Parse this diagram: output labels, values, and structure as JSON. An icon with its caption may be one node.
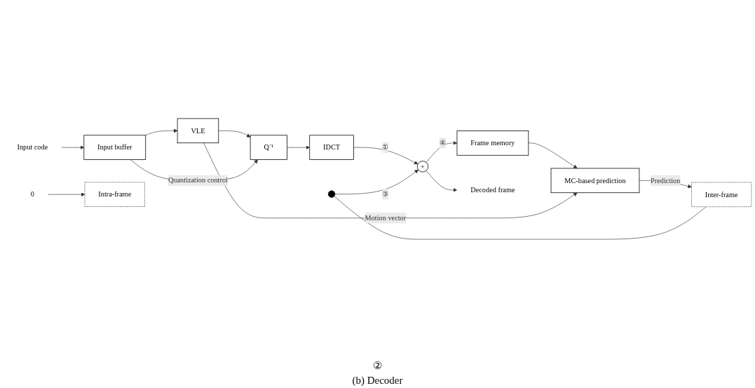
{
  "diagram": {
    "caption": "(b) Decoder",
    "nodes": [
      {
        "text": [
          "Input code"
        ]
      },
      {
        "text": [
          "Input buffer"
        ]
      },
      {
        "text": [
          "VLE"
        ]
      },
      {
        "text": [
          "Q⁻¹"
        ]
      },
      {
        "text": [
          "IDCT"
        ]
      },
      {
        "text": [
          "+"
        ]
      },
      {
        "text": [
          "Frame memory"
        ]
      },
      {
        "text": [
          "MC-based prediction"
        ]
      },
      {
        "text": [
          "0"
        ]
      },
      {
        "text": [
          "Intra-frame"
        ]
      },
      {
        "text": [
          "Inter-frame"
        ]
      },
      {
        "text": [],
        "shape": "circle"
      },
      {
        "text": [
          "Decoded frame"
        ]
      }
    ],
    "edges": [
      {
        "from": 0,
        "to": 1,
        "arrow": "to"
      },
      {
        "from": 1,
        "to": 2,
        "arrow": "to"
      },
      {
        "from": 2,
        "to": 3,
        "arrow": "to"
      },
      {
        "from": 1,
        "to": 3,
        "arrow": "to",
        "label": "Quantization control"
      },
      {
        "from": 3,
        "to": 4,
        "arrow": "to"
      },
      {
        "from": 4,
        "to": 5,
        "arrow": "to",
        "label": "①"
      },
      {
        "from": 5,
        "to": 6,
        "arrow": "to",
        "label": "④"
      },
      {
        "from": 5,
        "to": 12,
        "arrow": "to"
      },
      {
        "from": 6,
        "to": 7,
        "arrow": "to"
      },
      {
        "from": 2,
        "to": 7,
        "arrow": "to",
        "label": "Motion vector"
      },
      {
        "from": 8,
        "to": 9,
        "arrow": "to"
      },
      {
        "from": 7,
        "to": 10,
        "arrow": "to",
        "label": "Prediction"
      },
      {
        "from": 11,
        "to": 10,
        "arrow": "none"
      },
      {
        "from": 11,
        "to": 5,
        "arrow": "to",
        "label": "③"
      }
    ],
    "labels": [
      "②"
    ]
  }
}
